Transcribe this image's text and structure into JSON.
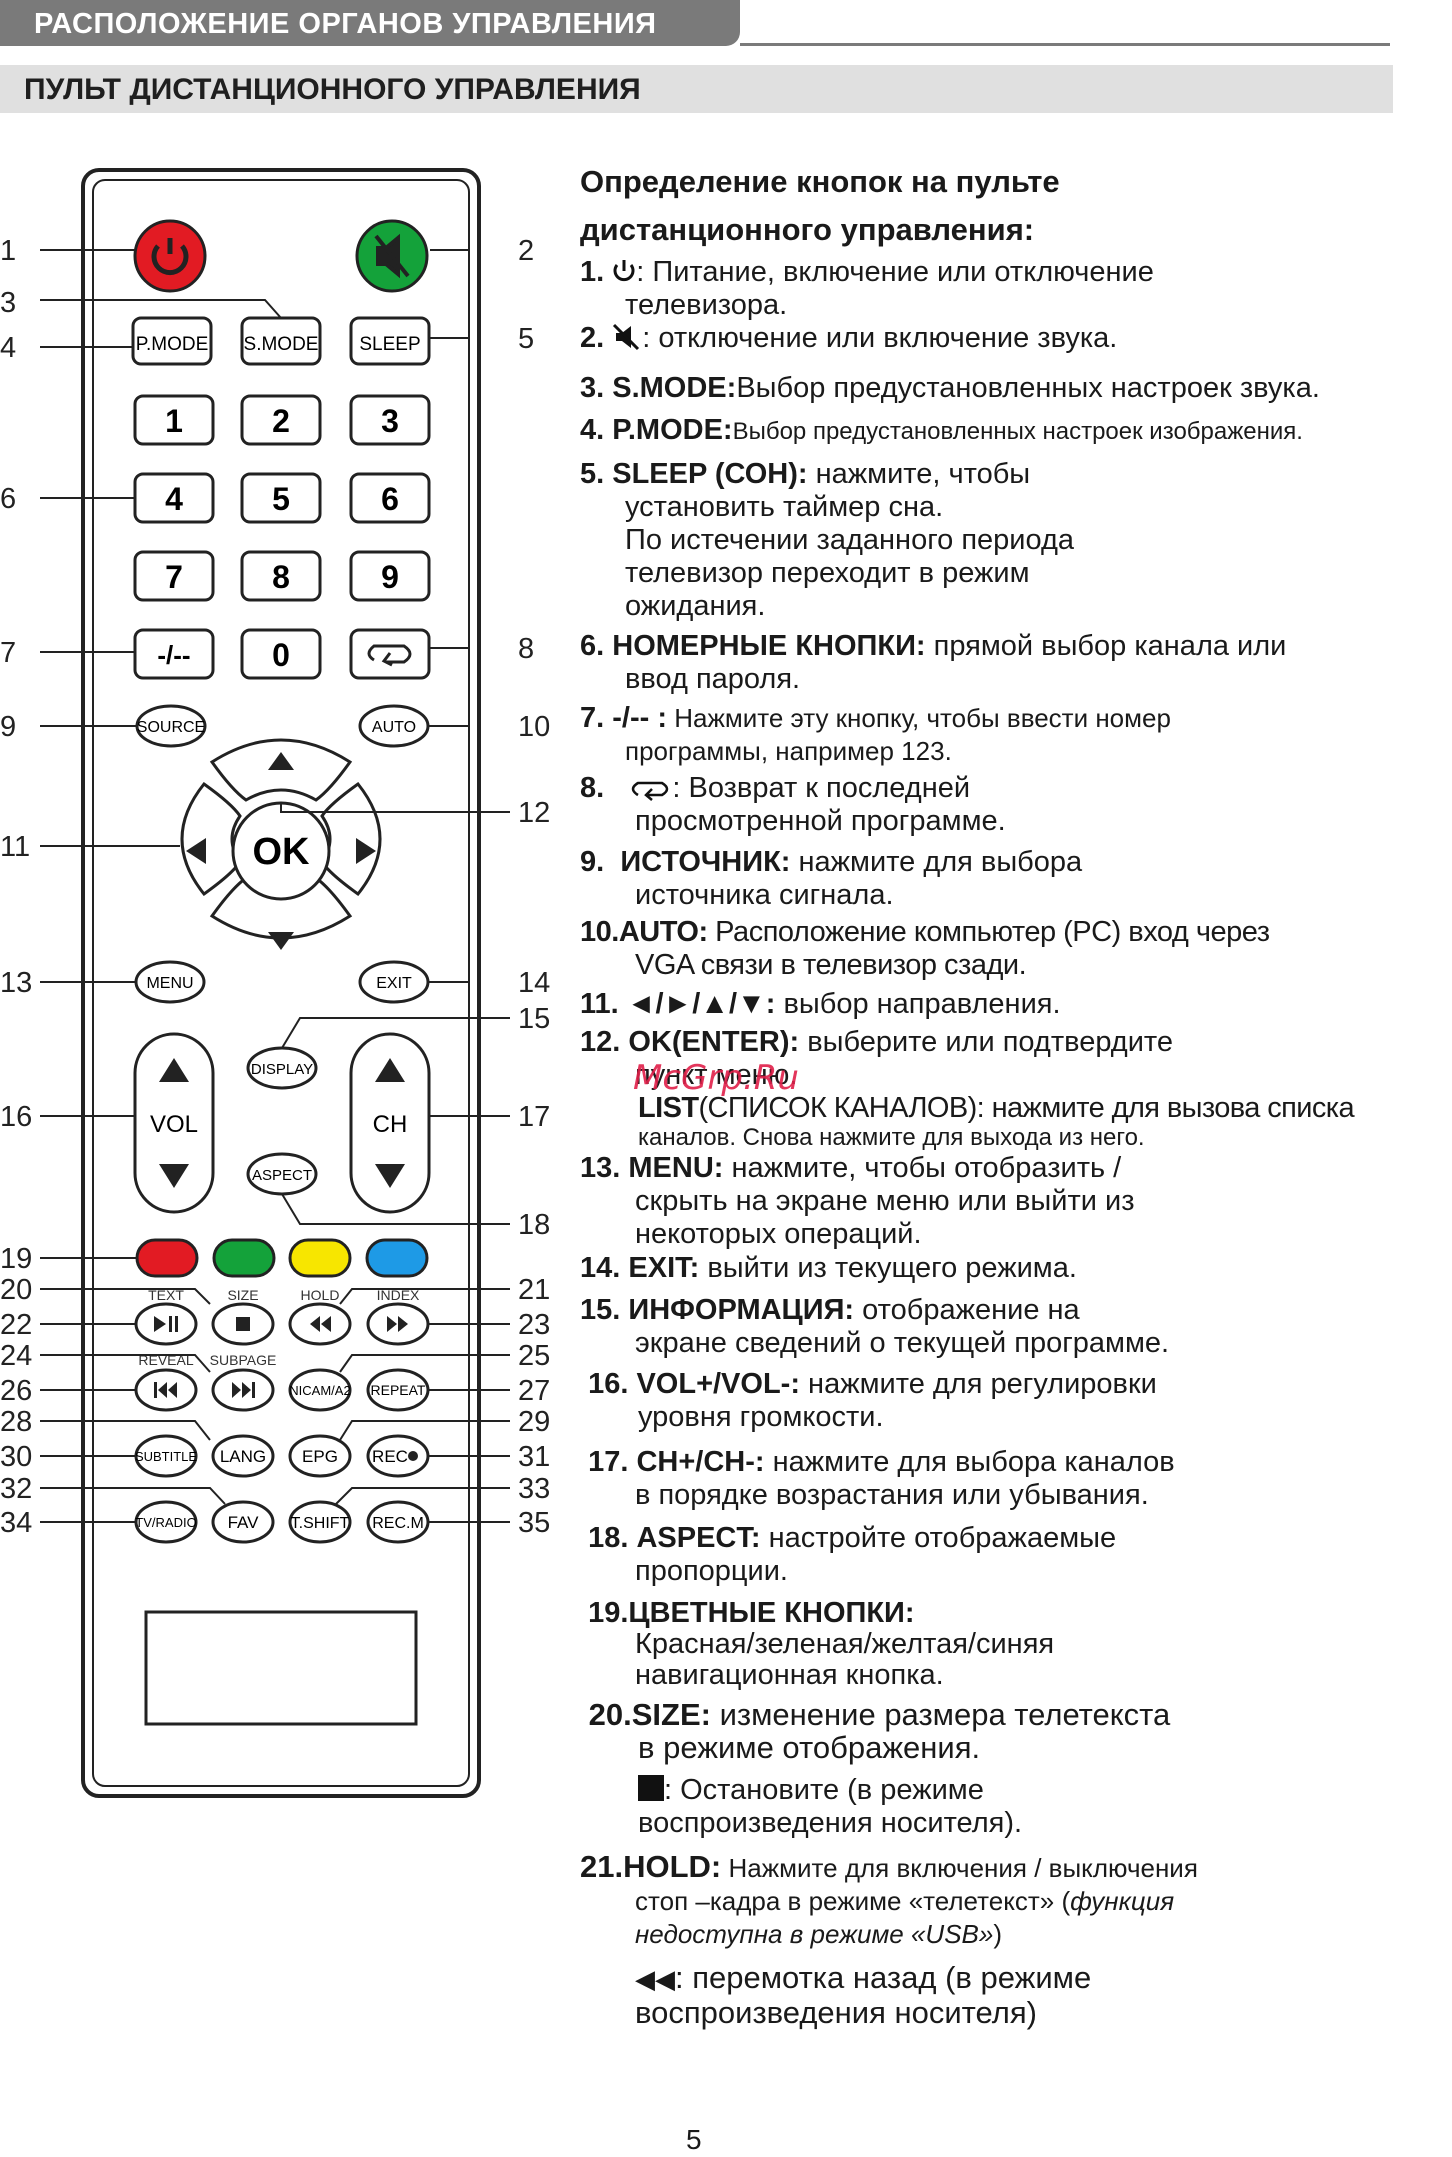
{
  "header": {
    "section_title": "РАСПОЛОЖЕНИЕ ОРГАНОВ УПРАВЛЕНИЯ",
    "subsection_title": "ПУЛЬТ ДИСТАНЦИОННОГО УПРАВЛЕНИЯ"
  },
  "colors": {
    "red": "#e21b23",
    "green": "#14a23a",
    "yellow": "#f7e600",
    "blue": "#1e9ae6"
  },
  "remote": {
    "buttons": {
      "pmode": "P.MODE",
      "smode": "S.MODE",
      "sleep": "SLEEP",
      "num1": "1",
      "num2": "2",
      "num3": "3",
      "num4": "4",
      "num5": "5",
      "num6": "6",
      "num7": "7",
      "num8": "8",
      "num9": "9",
      "num0": "0",
      "dash": "-/--",
      "source": "SOURCE",
      "auto": "AUTO",
      "ok": "OK",
      "menu": "MENU",
      "exit": "EXIT",
      "display": "DISPLAY",
      "aspect": "ASPECT",
      "vol": "VOL",
      "ch": "CH",
      "subtitle": "SUBTITLE",
      "lang": "LANG",
      "epg": "EPG",
      "rec": "REC",
      "tvradio": "TV/RADIO",
      "fav": "FAV",
      "tshift": "T.SHIFT",
      "recm": "REC.M",
      "nicam": "NICAM/A2",
      "repeat": "REPEAT"
    },
    "small_labels": {
      "text": "TEXT",
      "size": "SIZE",
      "hold": "HOLD",
      "index": "INDEX",
      "reveal": "REVEAL",
      "subpage": "SUBPAGE"
    },
    "callouts": {
      "c1": "1",
      "c2": "2",
      "c3": "3",
      "c4": "4",
      "c5": "5",
      "c6": "6",
      "c7": "7",
      "c8": "8",
      "c9": "9",
      "c10": "10",
      "c11": "11",
      "c12": "12",
      "c13": "13",
      "c14": "14",
      "c15": "15",
      "c16": "16",
      "c17": "17",
      "c18": "18",
      "c19": "19",
      "c20": "20",
      "c21": "21",
      "c22": "22",
      "c23": "23",
      "c24": "24",
      "c25": "25",
      "c26": "26",
      "c27": "27",
      "c28": "28",
      "c29": "29",
      "c30": "30",
      "c31": "31",
      "c32": "32",
      "c33": "33",
      "c34": "34",
      "c35": "35"
    }
  },
  "desc": {
    "title_l1": "Определение кнопок на пульте",
    "title_l2": "дистанционного управления:",
    "i1_n": "1.",
    "i1_t": ": Питание, включение или отключение",
    "i1_t2": "телевизора.",
    "i2_n": "2.",
    "i2_t": ": отключение или включение звука.",
    "i3_n": "3.",
    "i3_k": "S.MODE:",
    "i3_t": "Выбор предустановленных настроек звука.",
    "i4_n": "4.",
    "i4_k": "P.MODE:",
    "i4_t": "Выбор предустановленных настроек изображения.",
    "i5_n": "5.",
    "i5_k": "SLEEP (СОН):",
    "i5_t": " нажмите, чтобы",
    "i5_t2": "установить таймер сна.",
    "i5_t3": "По истечении заданного периода",
    "i5_t4": "телевизор переходит в режим",
    "i5_t5": "ожидания.",
    "i6_n": "6.",
    "i6_k": "НОМЕРНЫЕ КНОПКИ:",
    "i6_t": " прямой выбор канала или",
    "i6_t2": "ввод пароля.",
    "i7_n": "7.",
    "i7_k": "-/-- :",
    "i7_t": " Нажмите эту кнопку, чтобы ввести номер",
    "i7_t2": "программы, например 123.",
    "i8_n": "8.",
    "i8_t": ": Возврат к последней",
    "i8_t2": "просмотренной программе.",
    "i9_n": "9.",
    "i9_k": "ИСТОЧНИК:",
    "i9_t": " нажмите для выбора",
    "i9_t2": "источника сигнала.",
    "i10_n": "10.",
    "i10_k": "AUTO:",
    "i10_t": " Расположение компьютер (PC) вход через",
    "i10_t2": "VGA связи в телевизор сзади.",
    "i11_n": "11.",
    "i11_k": "◄/►/▲/▼:",
    "i11_t": " выбор направления.",
    "i12_n": "12.",
    "i12_k": "OK(ENTER):",
    "i12_t": " выберите или подтвердите",
    "i12_t2": "пункт меню.",
    "i12_k2": "LIST",
    "i12_t3": "(СПИСОК КАНАЛОВ): нажмите для вызова списка",
    "i12_t4": "каналов. Снова нажмите для выхода из него.",
    "i13_n": "13.",
    "i13_k": "MENU:",
    "i13_t": " нажмите, чтобы отобразить /",
    "i13_t2": "скрыть на экране меню или выйти из",
    "i13_t3": "некоторых операций.",
    "i14_n": "14.",
    "i14_k": "EXIT:",
    "i14_t": " выйти из текущего режима.",
    "i15_n": "15.",
    "i15_k": "ИНФОРМАЦИЯ:",
    "i15_t": " отображение на",
    "i15_t2": "экране сведений о текущей программе.",
    "i16_n": "16.",
    "i16_k": "VOL+/VOL-:",
    "i16_t": " нажмите для регулировки",
    "i16_t2": "уровня громкости.",
    "i17_n": "17.",
    "i17_k": "CH+/CH-:",
    "i17_t": " нажмите для выбора каналов",
    "i17_t2": "в порядке возрастания или убывания.",
    "i18_n": "18.",
    "i18_k": "ASPECT:",
    "i18_t": " настройте отображаемые",
    "i18_t2": "пропорции.",
    "i19_n": "19.",
    "i19_k": "ЦВЕТНЫЕ КНОПКИ:",
    "i19_t": "Красная/зеленая/желтая/синяя",
    "i19_t2": "навигационная кнопка.",
    "i20_n": "20.",
    "i20_k": "SIZE:",
    "i20_t": " изменение размера телетекста",
    "i20_t2": "в режиме отображения.",
    "i20_t3": ": Остановите (в режиме",
    "i20_t4": "воспроизведения носителя).",
    "i21_n": "21.",
    "i21_k": "HOLD:",
    "i21_t": " Нажмите для включения / выключения",
    "i21_t2": "стоп –кадра в режиме «телетекст» (",
    "i21_t2i": "функция",
    "i21_t3i": "недоступна в режиме «USB»",
    "i21_t4": ": перемотка назад (в режиме",
    "i21_t5": "воспроизведения носителя)"
  },
  "watermark": "McGrp.Ru",
  "page_number": "5"
}
